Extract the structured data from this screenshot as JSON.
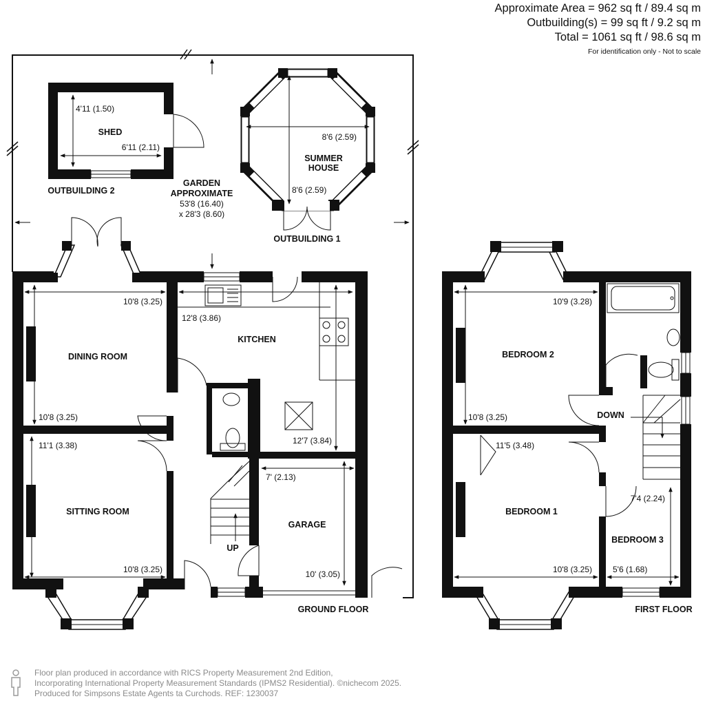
{
  "header": {
    "area_lines": [
      "Approximate Area = 962 sq ft / 89.4 sq m",
      "Outbuilding(s) = 99 sq ft / 9.2 sq m",
      "Total = 1061 sq ft / 98.6 sq m"
    ],
    "note": "For identification only - Not to scale"
  },
  "labels": {
    "shed": "SHED",
    "outbuilding2": "OUTBUILDING 2",
    "summer_house_1": "SUMMER",
    "summer_house_2": "HOUSE",
    "outbuilding1": "OUTBUILDING 1",
    "garden_1": "GARDEN",
    "garden_2": "APPROXIMATE",
    "garden_dim1": "53'8 (16.40)",
    "garden_dim2": "x 28'3 (8.60)",
    "dining_room": "DINING ROOM",
    "sitting_room": "SITTING ROOM",
    "kitchen": "KITCHEN",
    "garage": "GARAGE",
    "up": "UP",
    "ground_floor": "GROUND FLOOR",
    "bedroom1": "BEDROOM 1",
    "bedroom2": "BEDROOM 2",
    "bedroom3": "BEDROOM 3",
    "down": "DOWN",
    "first_floor": "FIRST FLOOR"
  },
  "dimensions": {
    "shed_h": "4'11 (1.50)",
    "shed_w": "6'11 (2.11)",
    "summer_w": "8'6 (2.59)",
    "summer_h": "8'6 (2.59)",
    "dining_w": "10'8 (3.25)",
    "dining_h": "10'8 (3.25)",
    "sitting_h": "11'1 (3.38)",
    "sitting_w": "10'8 (3.25)",
    "kitchen_w": "12'8 (3.86)",
    "kitchen_h": "12'7 (3.84)",
    "garage_w": "7' (2.13)",
    "garage_h": "10' (3.05)",
    "bed2_w": "10'9 (3.28)",
    "bed2_h": "10'8 (3.25)",
    "bed1_h": "11'5 (3.48)",
    "bed1_w": "10'8 (3.25)",
    "bed3_h": "7'4 (2.24)",
    "bed3_w": "5'6 (1.68)"
  },
  "footer": {
    "lines": [
      "Floor plan produced in accordance with RICS Property Measurement 2nd Edition,",
      "Incorporating International Property Measurement Standards (IPMS2 Residential).  ©nichecom 2025.",
      "Produced for Simpsons Estate Agents ta Curchods.   REF: 1230037"
    ]
  }
}
